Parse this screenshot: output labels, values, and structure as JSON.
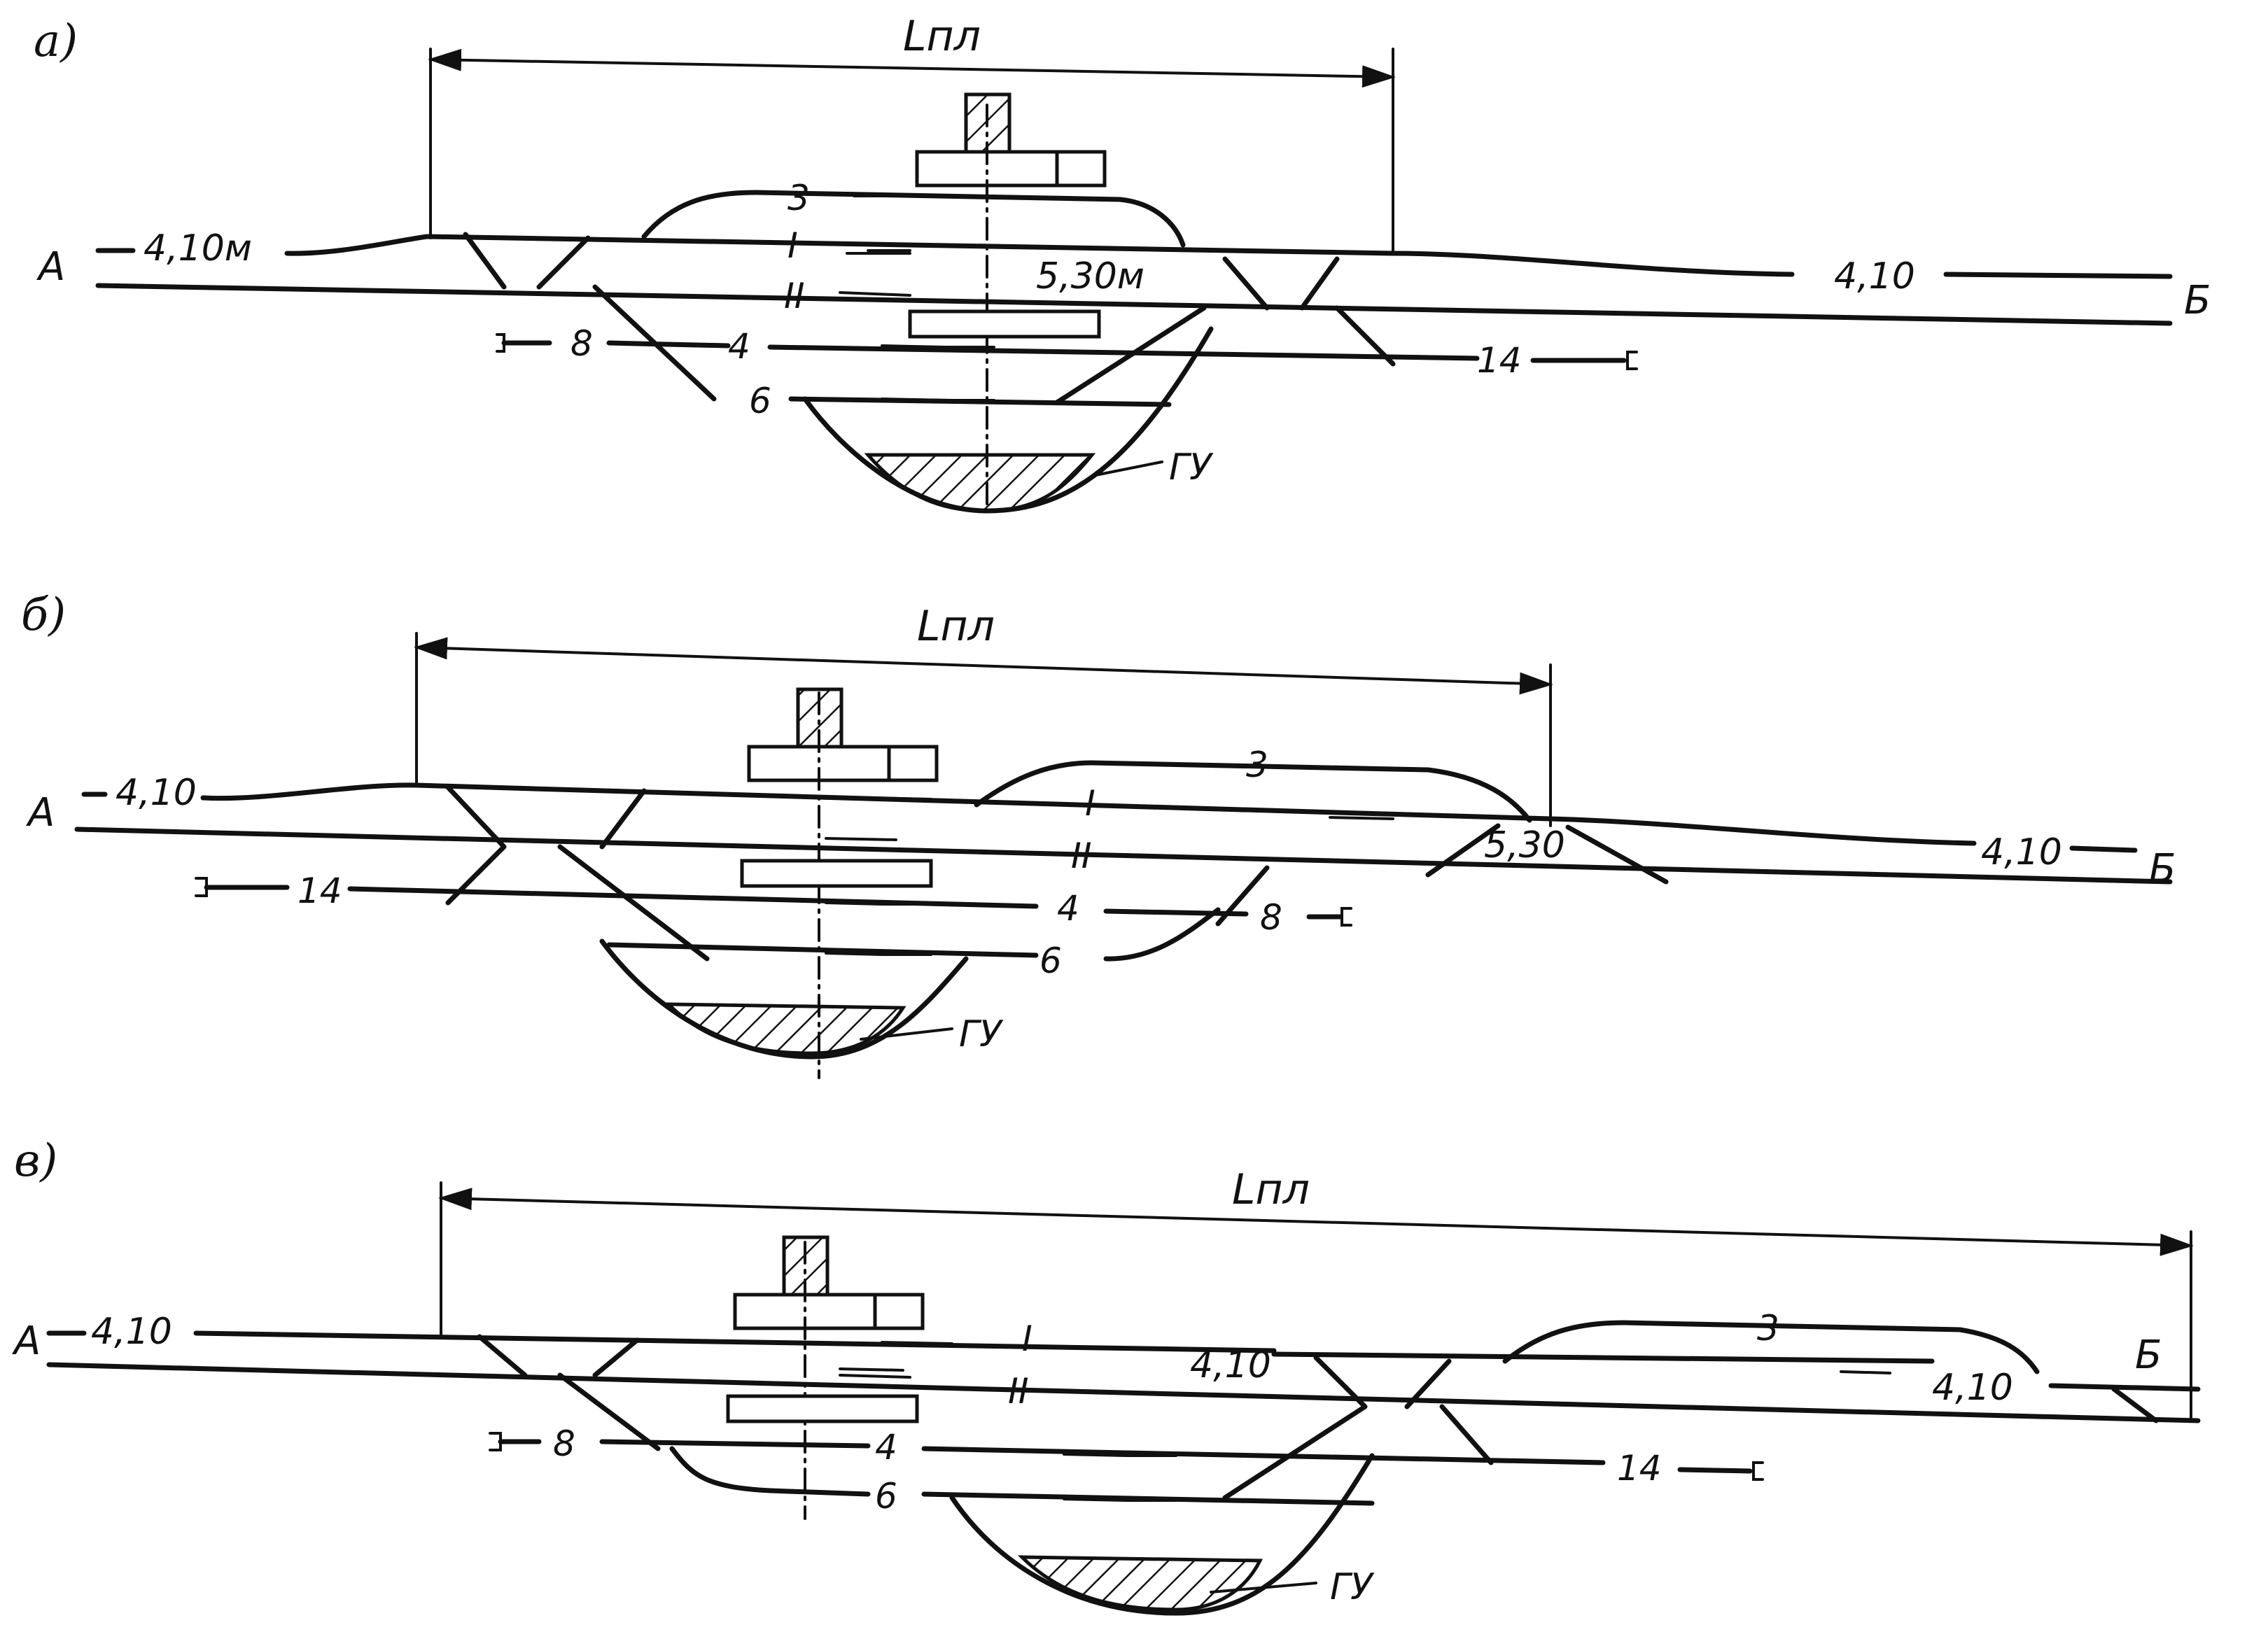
{
  "panels": [
    {
      "id": "a",
      "title": "а)",
      "length_label": "Lпл",
      "end_left": "А",
      "end_right": "Б",
      "elev_left": "4,10м",
      "elev_right": "4,10",
      "elev_mid": "5,30м",
      "main1": "I",
      "main2": "II",
      "side3": "3",
      "side4": "4",
      "side6": "6",
      "side8": "8",
      "side14": "14",
      "gu": "ГУ"
    },
    {
      "id": "b",
      "title": "б)",
      "length_label": "Lпл",
      "end_left": "А",
      "end_right": "Б",
      "elev_left": "4,10",
      "elev_right": "4,10",
      "elev_mid": "5,30",
      "main1": "I",
      "main2": "II",
      "side3": "3",
      "side4": "4",
      "side6": "6",
      "side8": "8",
      "side14": "14",
      "gu": "ГУ"
    },
    {
      "id": "c",
      "title": "в)",
      "length_label": "Lпл",
      "end_left": "А",
      "end_right": "Б",
      "elev_left": "4,10",
      "elev_right": "4,10",
      "elev_mid": "4,10",
      "main1": "I",
      "main2": "II",
      "side3": "3",
      "side4": "4",
      "side6": "6",
      "side8": "8",
      "side14": "14",
      "gu": "ГУ"
    }
  ]
}
